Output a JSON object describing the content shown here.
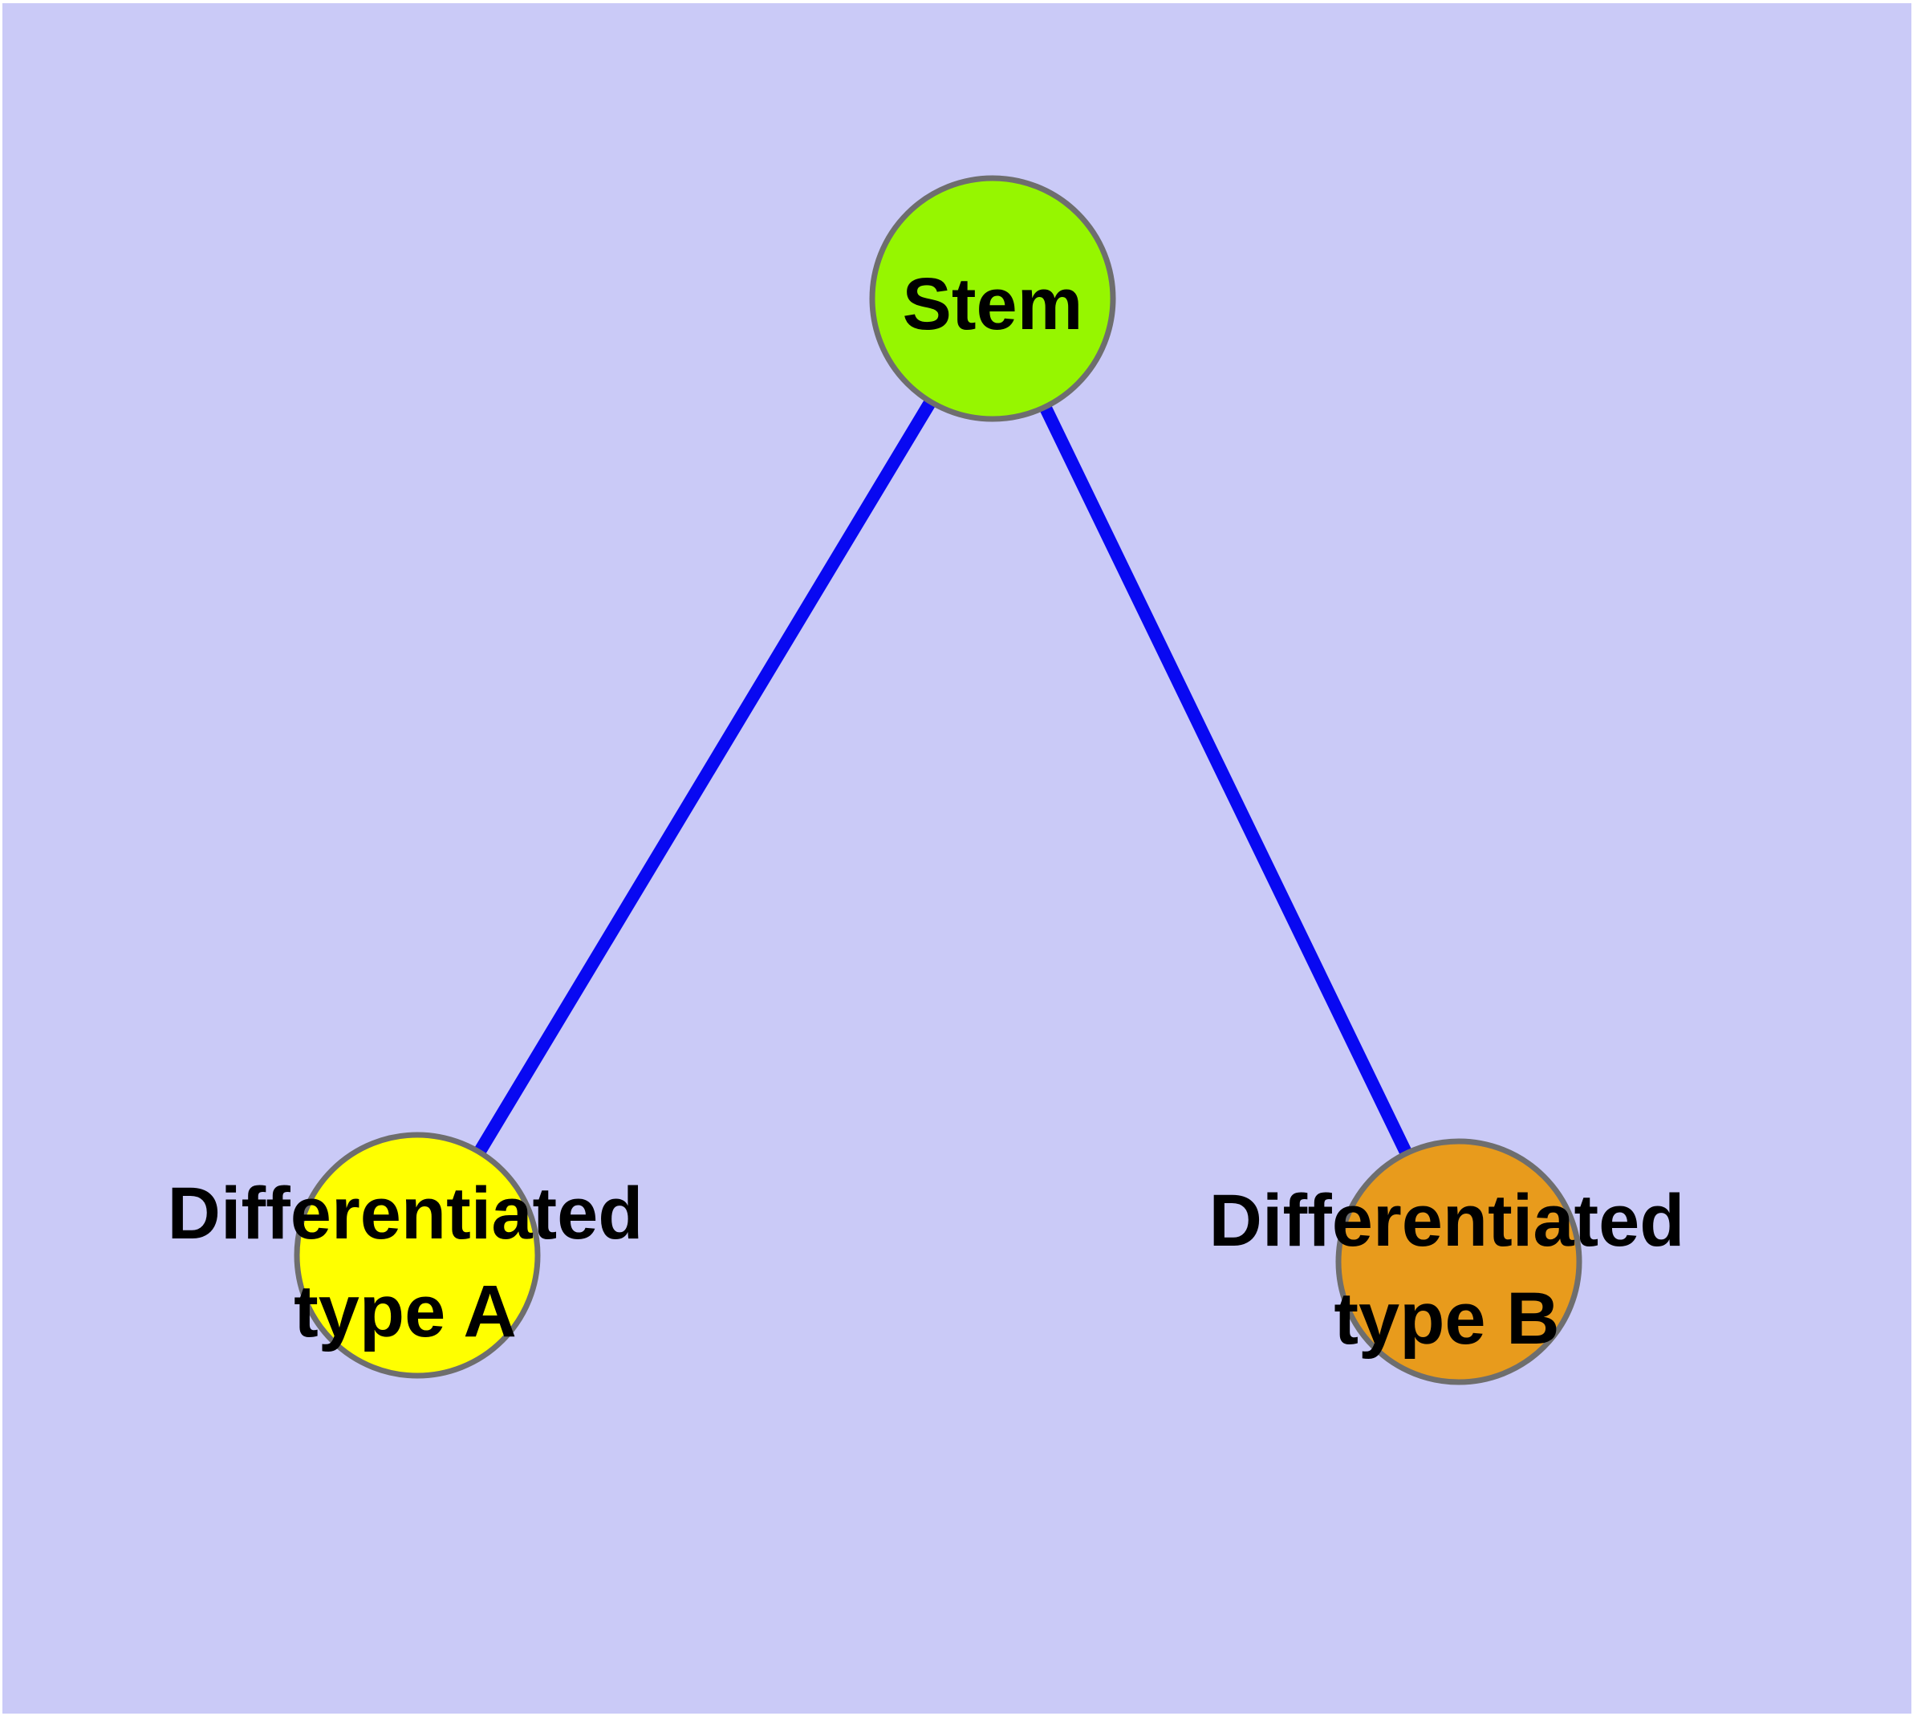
{
  "colors": {
    "frame": "#ffffff",
    "background": "#cacaf7",
    "edge": "#0808f2",
    "node_border": "#6e6e6e",
    "label_text": "#000000"
  },
  "graph": {
    "nodes": [
      {
        "id": "stem",
        "label": "Stem",
        "color": "#96f600"
      },
      {
        "id": "differentiated-type-a",
        "label": "Differentiated\ntype A",
        "color": "#ffff00"
      },
      {
        "id": "differentiated-type-b",
        "label": "Differentiated\ntype B",
        "color": "#e89b1c"
      }
    ],
    "edges": [
      {
        "from": "stem",
        "to": "differentiated-type-a"
      },
      {
        "from": "stem",
        "to": "differentiated-type-b"
      }
    ]
  }
}
